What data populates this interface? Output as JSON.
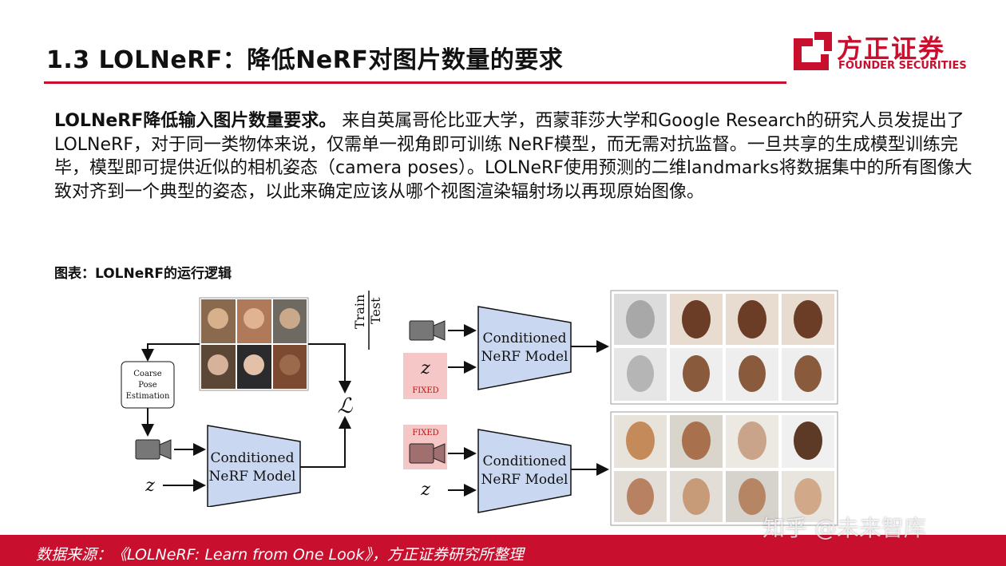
{
  "header": {
    "title": "1.3 LOLNeRF：降低NeRF对图片数量的要求",
    "logo_cn": "方正证券",
    "logo_en": "FOUNDER SECURITIES"
  },
  "body": {
    "lead": "LOLNeRF降低输入图片数量要求。",
    "text": " 来自英属哥伦比亚大学，西蒙菲莎大学和Google Research的研究人员发提出了LOLNeRF，对于同一类物体来说，仅需单一视角即可训练 NeRF模型，而无需对抗监督。一旦共享的生成模型训练完毕，模型即可提供近似的相机姿态（camera poses）。LOLNeRF使用预测的二维landmarks将数据集中的所有图像大致对齐到一个典型的姿态，以此来确定应该从哪个视图渲染辐射场以再现原始图像。"
  },
  "figure": {
    "caption": "图表：LOLNeRF的运行逻辑",
    "pose_box": [
      "Coarse",
      "Pose",
      "Estimation"
    ],
    "model_line1": "Conditioned",
    "model_line2": "NeRF Model",
    "z": "z",
    "loss": "ℒ",
    "train": "Train",
    "test": "Test",
    "fixed": "FIXED"
  },
  "footer": {
    "source": "数据来源：《LOLNeRF: Learn from One Look》，方正证券研究所整理",
    "watermark": "知乎 @未来智库"
  },
  "colors": {
    "brand_red": "#c8102e",
    "model_fill": "#c9d8f0",
    "fixed_fill": "#f6c7c7"
  }
}
